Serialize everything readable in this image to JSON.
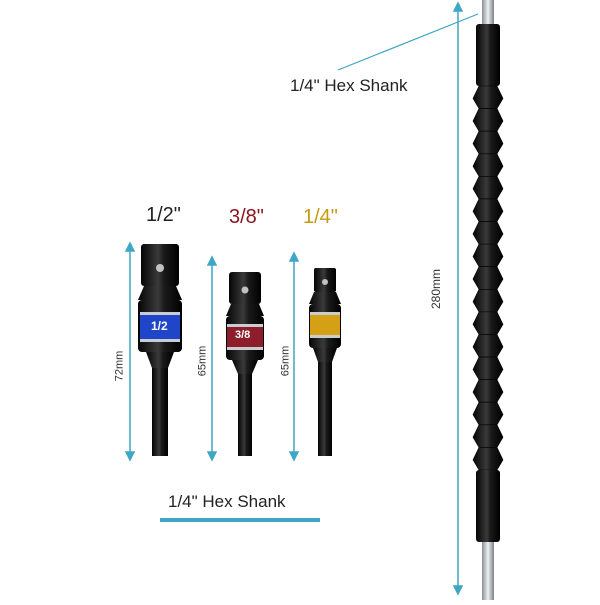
{
  "labels": {
    "top_hex_shank": "1/4\" Hex Shank",
    "bottom_hex_shank": "1/4\" Hex Shank",
    "flex_length": "280mm"
  },
  "adapters": [
    {
      "size": "1/2\"",
      "band_text": "1/2",
      "length": "72mm",
      "size_color": "#222222",
      "band_color": "#1f46c8"
    },
    {
      "size": "3/8\"",
      "band_text": "3/8",
      "length": "65mm",
      "size_color": "#8a1520",
      "band_color": "#8d1d2a"
    },
    {
      "size": "1/4\"",
      "band_text": "",
      "length": "65mm",
      "size_color": "#c79a10",
      "band_color": "#d4a016"
    }
  ],
  "colors": {
    "dimension_line": "#3fa6c4",
    "tool_black": "#151515",
    "chrome": "#c9ccd0"
  }
}
